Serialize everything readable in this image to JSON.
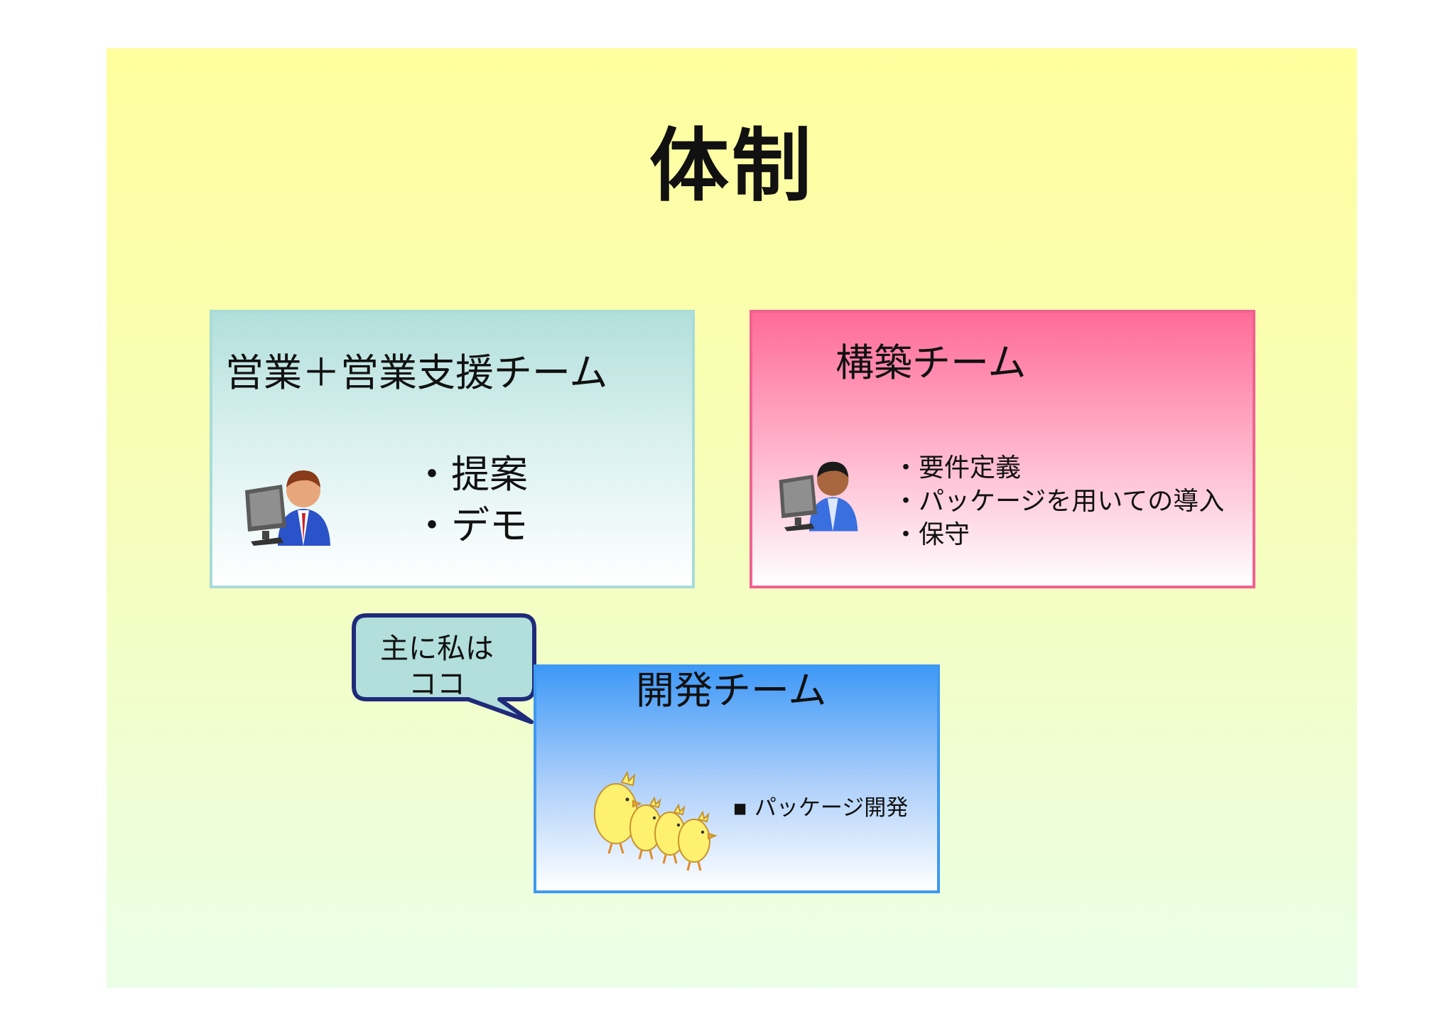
{
  "title": "体制",
  "sales": {
    "heading": "営業＋営業支援チーム",
    "items": [
      "・提案",
      "・デモ"
    ]
  },
  "build": {
    "heading": "構築チーム",
    "items": [
      "・要件定義",
      "・パッケージを用いての導入",
      "・保守"
    ]
  },
  "dev": {
    "heading": "開発チーム",
    "items": [
      "▪ パッケージ開発"
    ]
  },
  "callout": {
    "line1": "主に私は",
    "line2": "ココ"
  },
  "colors": {
    "sales_border": "#a8dcd8",
    "build_border": "#f06292",
    "dev_border": "#3e99f0",
    "callout_fill": "#b2dfdb",
    "callout_border": "#1f2a7a"
  },
  "icons": [
    "computer-user-icon",
    "computer-user-icon",
    "chicks-icon"
  ]
}
